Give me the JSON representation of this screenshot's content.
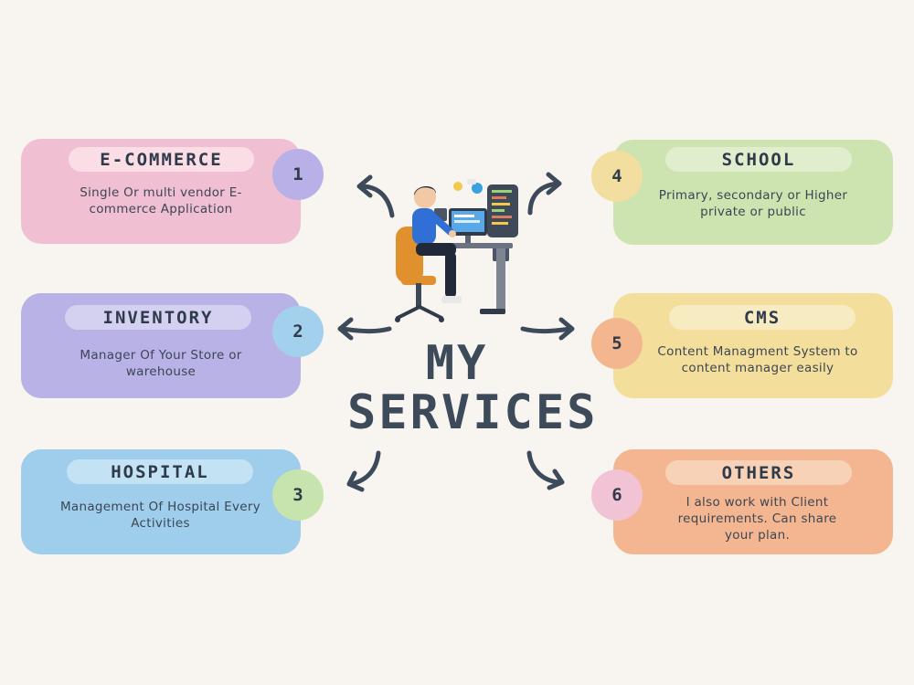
{
  "title": {
    "line1": "MY",
    "line2": "SERVICES"
  },
  "services": [
    {
      "number": "1",
      "name": "E-COMMERCE",
      "description": "Single Or multi vendor E-commerce Application",
      "card_color": "#f0c0d2",
      "pill_color": "#fbdde5",
      "badge_color": "#b8b0e6"
    },
    {
      "number": "2",
      "name": "INVENTORY",
      "description": "Manager Of Your Store or warehouse",
      "card_color": "#b9b2e6",
      "pill_color": "#d4d0f0",
      "badge_color": "#a3d0ec"
    },
    {
      "number": "3",
      "name": "HOSPITAL",
      "description": "Management Of Hospital Every Activities",
      "card_color": "#9fcdec",
      "pill_color": "#c3e2f3",
      "badge_color": "#c8e4ae"
    },
    {
      "number": "4",
      "name": "SCHOOL",
      "description": "Primary, secondary or Higher private or public",
      "card_color": "#cde3b0",
      "pill_color": "#e1eecd",
      "badge_color": "#f2de9e"
    },
    {
      "number": "5",
      "name": "CMS",
      "description": "Content Managment System to content manager easily",
      "card_color": "#f3df9b",
      "pill_color": "#f7ebc2",
      "badge_color": "#f4b68f"
    },
    {
      "number": "6",
      "name": "OTHERS",
      "description": "I also work with Client requirements. Can share your plan.",
      "card_color": "#f4b690",
      "pill_color": "#f8d2b6",
      "badge_color": "#f2c3d4"
    }
  ],
  "illustration": {
    "icon": "developer-at-desk-icon"
  }
}
